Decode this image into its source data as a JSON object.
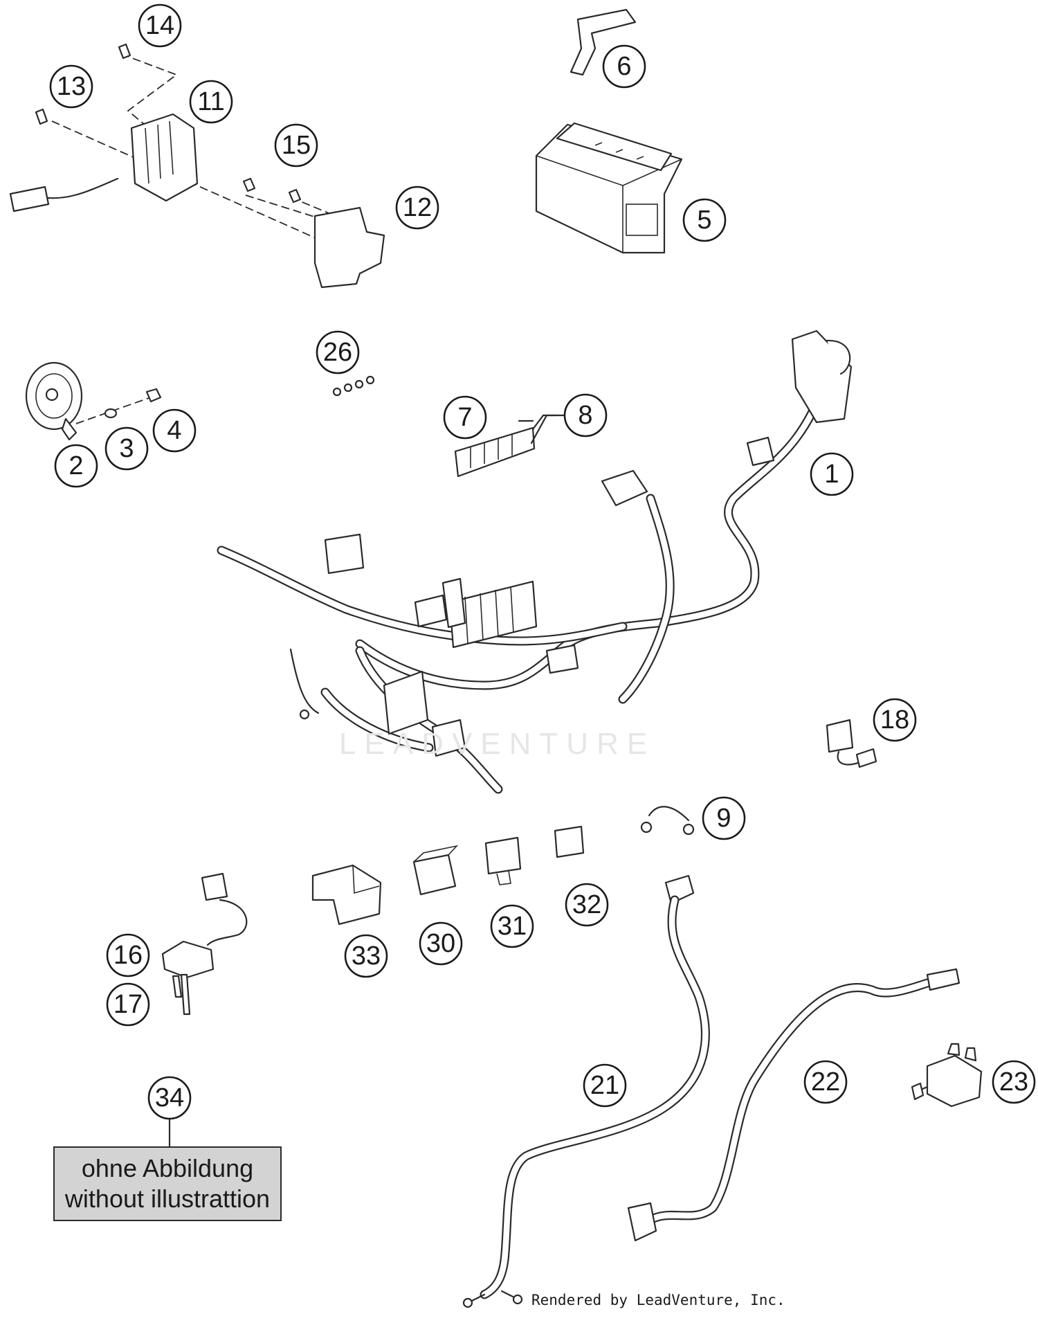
{
  "callouts": [
    {
      "label": "1"
    },
    {
      "label": "2"
    },
    {
      "label": "3"
    },
    {
      "label": "4"
    },
    {
      "label": "5"
    },
    {
      "label": "6"
    },
    {
      "label": "7"
    },
    {
      "label": "8"
    },
    {
      "label": "9"
    },
    {
      "label": "11"
    },
    {
      "label": "12"
    },
    {
      "label": "13"
    },
    {
      "label": "14"
    },
    {
      "label": "15"
    },
    {
      "label": "16"
    },
    {
      "label": "17"
    },
    {
      "label": "18"
    },
    {
      "label": "21"
    },
    {
      "label": "22"
    },
    {
      "label": "23"
    },
    {
      "label": "26"
    },
    {
      "label": "30"
    },
    {
      "label": "31"
    },
    {
      "label": "32"
    },
    {
      "label": "33"
    },
    {
      "label": "34"
    }
  ],
  "note": {
    "line1": "ohne Abbildung",
    "line2": "without illustrattion"
  },
  "watermark": "LEADVENTURE",
  "credit": "Rendered by LeadVenture, Inc."
}
